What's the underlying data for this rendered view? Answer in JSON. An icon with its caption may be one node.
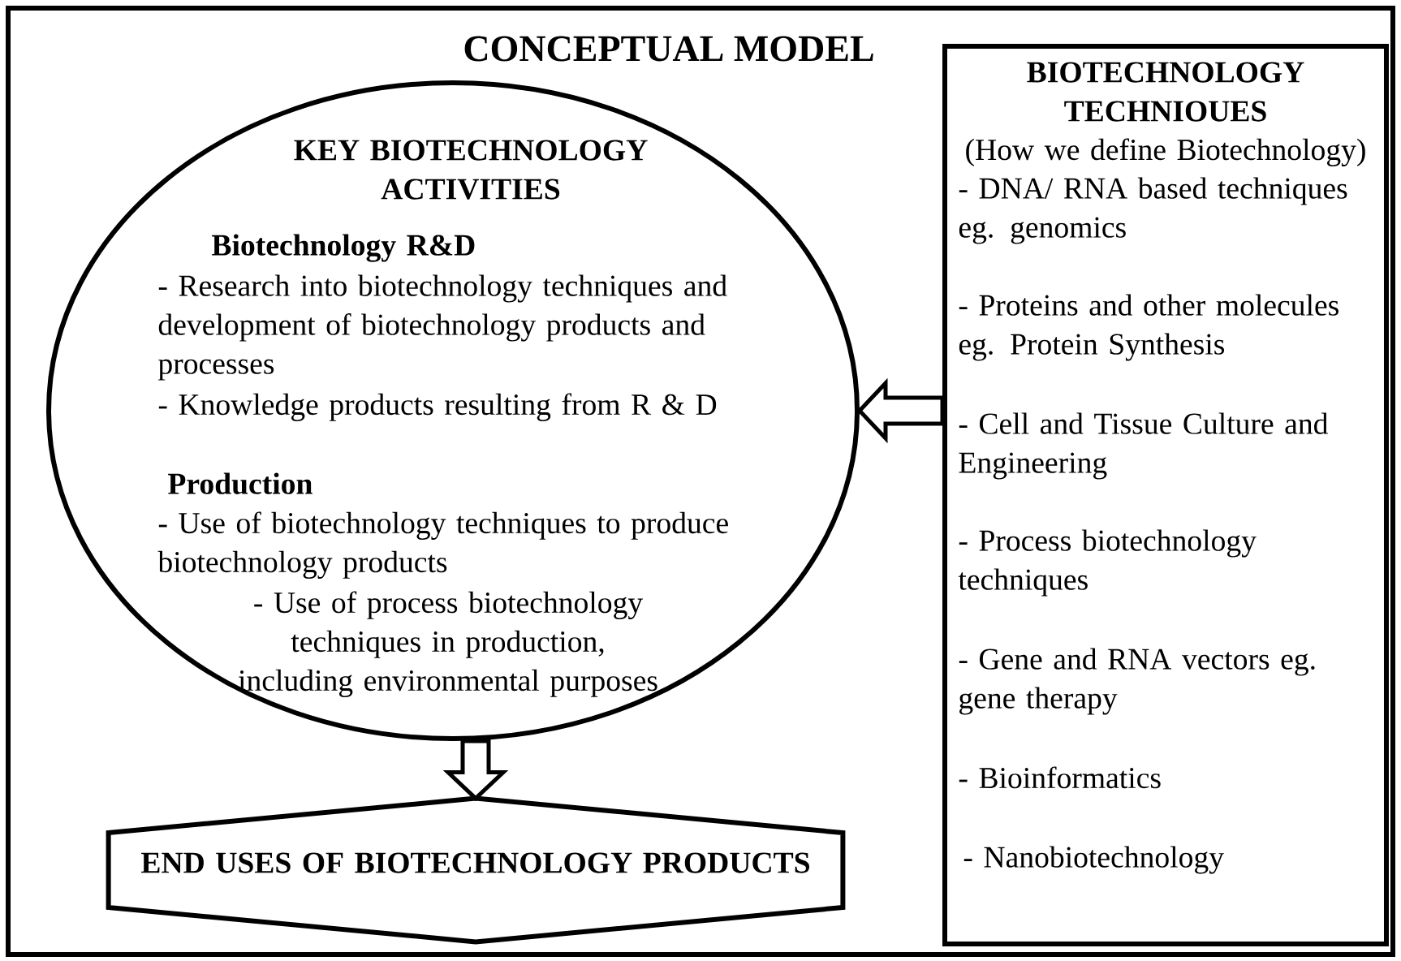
{
  "diagram": {
    "title": "CONCEPTUAL MODEL",
    "nodes": [
      {
        "text": [
          "KEY BIOTECHNOLOGY ACTIVITIES",
          "Biotechnology R&D",
          "- Research into biotechnology techniques and development of biotechnology products and processes",
          "- Knowledge products resulting from R & D",
          "Production",
          "- Use of biotechnology techniques to produce biotechnology products",
          "- Use of process biotechnology techniques in production, including environmental purposes"
        ]
      },
      {
        "text": [
          "BIOTECHNOLOGY TECHNIOUES",
          "(How we define Biotechnology)",
          "- DNA/ RNA based techniques eg. genomics",
          "- Proteins and other molecules eg. Protein Synthesis",
          "- Cell and Tissue Culture and Engineering",
          "- Process biotechnology techniques",
          "- Gene and RNA vectors eg. gene therapy",
          "- Bioinformatics",
          "- Nanobiotechnology"
        ]
      },
      {
        "text": [
          "END USES OF BIOTECHNOLOGY PRODUCTS"
        ]
      }
    ],
    "edges": [
      {
        "from": 1,
        "to": 0,
        "arrow": "to"
      },
      {
        "from": 0,
        "to": 2,
        "arrow": "to"
      }
    ]
  }
}
